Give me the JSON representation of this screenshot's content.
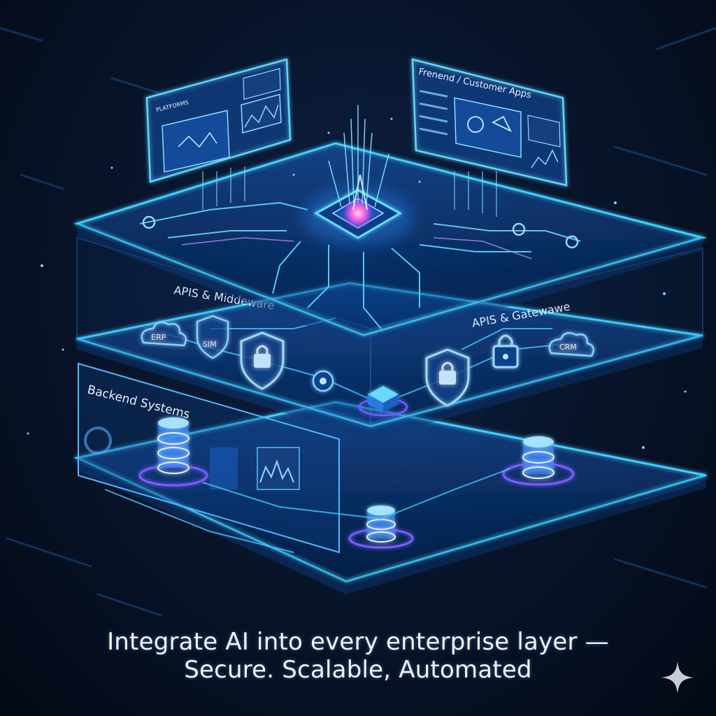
{
  "layers": {
    "top_panel_left_title": "PLATFORMS",
    "top_panel_right_title": "Frenend / Customer Apps",
    "middle_label_left": "APIS & Middeware",
    "middle_label_right": "APIS & Gatewawe",
    "bottom_label": "Backend Systems"
  },
  "nodes": {
    "erp": "ERP",
    "sim": "SIM",
    "crm": "CRM"
  },
  "caption": {
    "line1": "Integrate AI into every enterprise layer —",
    "line2": "Secure. Scalable, Automated"
  },
  "colors": {
    "background": "#050d1c",
    "glow": "#33c8ff",
    "accent": "#8a5cff",
    "core": "#ff6ad5"
  }
}
